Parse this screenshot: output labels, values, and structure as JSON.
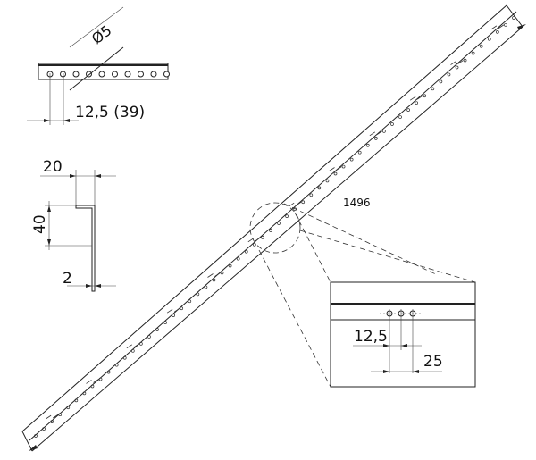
{
  "labels": {
    "hole_diameter": "Ø5",
    "hole_pitch": "12,5  (39)",
    "flange_width": "20",
    "profile_height": "40",
    "thickness": "2",
    "length": "1496",
    "detail_pitch_small": "12,5",
    "detail_pitch_large": "25"
  },
  "colors": {
    "line": "#222222",
    "background": "#ffffff"
  }
}
